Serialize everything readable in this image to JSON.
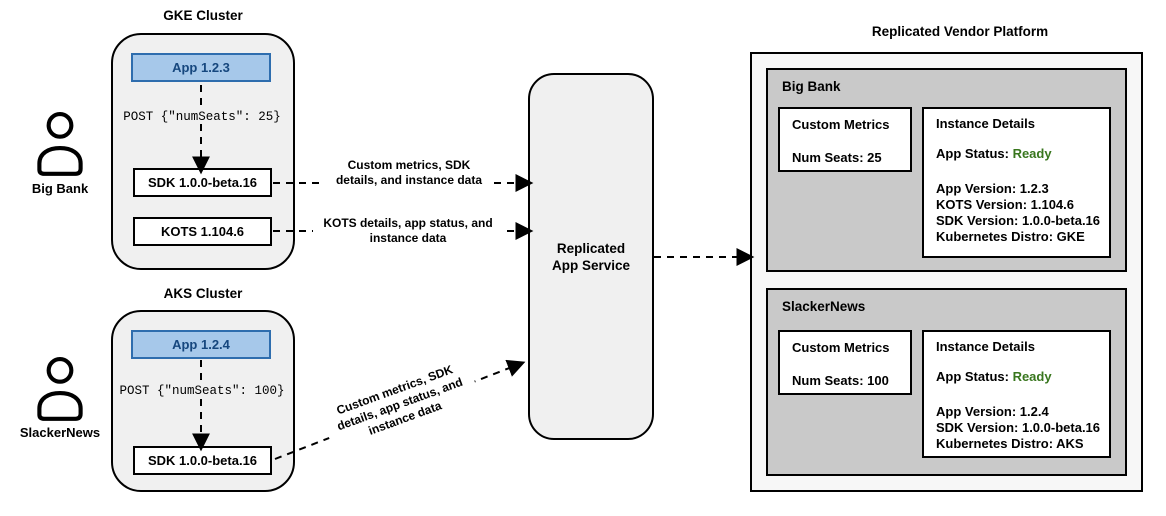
{
  "actors": {
    "big_bank": "Big Bank",
    "slackernews": "SlackerNews"
  },
  "gke": {
    "title": "GKE Cluster",
    "app": "App 1.2.3",
    "post": "POST {\"numSeats\": 25}",
    "sdk": "SDK 1.0.0-beta.16",
    "kots": "KOTS 1.104.6"
  },
  "aks": {
    "title": "AKS Cluster",
    "app": "App 1.2.4",
    "post": "POST {\"numSeats\": 100}",
    "sdk": "SDK 1.0.0-beta.16"
  },
  "service": {
    "label": "Replicated\nApp Service"
  },
  "edges": {
    "gke_sdk": "Custom metrics, SDK\ndetails, and instance data",
    "gke_kots": "KOTS details, app status, and\ninstance data",
    "aks_sdk": "Custom metrics, SDK\ndetails, app status, and\ninstance data"
  },
  "platform": {
    "title": "Replicated Vendor Platform",
    "tenants": [
      {
        "name": "Big Bank",
        "metrics_title": "Custom Metrics",
        "metrics_value": "Num Seats: 25",
        "details_title": "Instance Details",
        "status_label": "App Status: ",
        "status_value": "Ready",
        "lines": [
          "App Version: 1.2.3",
          "KOTS Version: 1.104.6",
          "SDK Version: 1.0.0-beta.16",
          "Kubernetes Distro: GKE"
        ]
      },
      {
        "name": "SlackerNews",
        "metrics_title": "Custom Metrics",
        "metrics_value": "Num Seats: 100",
        "details_title": "Instance Details",
        "status_label": "App Status: ",
        "status_value": "Ready",
        "lines": [
          "App Version: 1.2.4",
          "SDK Version: 1.0.0-beta.16",
          "Kubernetes Distro: AKS"
        ]
      }
    ]
  },
  "colors": {
    "app_fill": "#a6c8ea",
    "app_border": "#2e6dae",
    "app_text": "#16477e",
    "status_green": "#38761d",
    "tenant_panel_gray": "#c9c9c9",
    "cluster_gray": "#f0f0f0",
    "platform_bg": "#f7f7f7",
    "line_black": "#000000"
  }
}
